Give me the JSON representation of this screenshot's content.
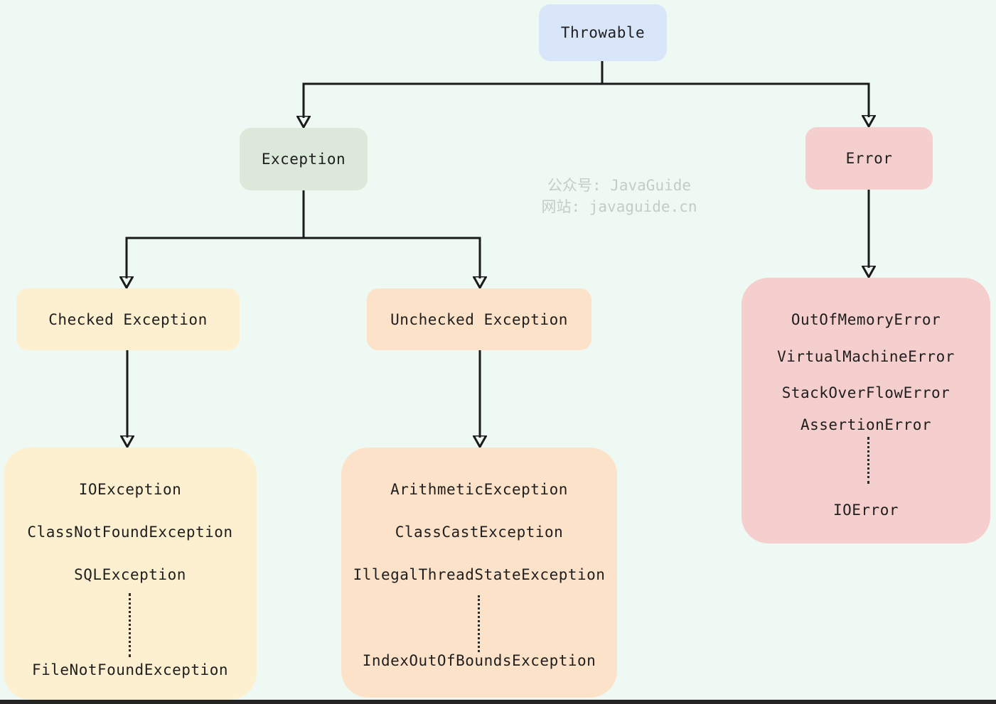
{
  "nodes": {
    "throwable": {
      "label": "Throwable"
    },
    "exception": {
      "label": "Exception"
    },
    "error": {
      "label": "Error"
    },
    "checked": {
      "label": "Checked Exception"
    },
    "unchecked": {
      "label": "Unchecked Exception"
    },
    "checked_list": {
      "items": [
        "IOException",
        "ClassNotFoundException",
        "SQLException"
      ],
      "ellipsis": "⋮",
      "last_item": "FileNotFoundException"
    },
    "unchecked_list": {
      "items": [
        "ArithmeticException",
        "ClassCastException",
        "IllegalThreadStateException"
      ],
      "ellipsis": "⋮",
      "last_item": "IndexOutOfBoundsException"
    },
    "error_list": {
      "items": [
        "OutOfMemoryError",
        "VirtualMachineError",
        "StackOverFlowError",
        "AssertionError"
      ],
      "ellipsis": "⋮",
      "last_item": "IOError"
    }
  },
  "hierarchy": {
    "Throwable": [
      "Exception",
      "Error"
    ],
    "Exception": [
      "Checked Exception",
      "Unchecked Exception"
    ]
  },
  "watermark": {
    "line1": "公众号: JavaGuide",
    "line2": "网站: javaguide.cn"
  },
  "colors": {
    "background": "#eff9f3",
    "throwable_fill": "#d9e5f8",
    "exception_fill": "#dbe8da",
    "error_fill": "#f5cfcd",
    "checked_fill": "#fdf0d0",
    "unchecked_fill": "#fde2ca",
    "line": "#1a1a1a",
    "text": "#1e1e1e",
    "watermark_text": "#c6cbc6"
  }
}
